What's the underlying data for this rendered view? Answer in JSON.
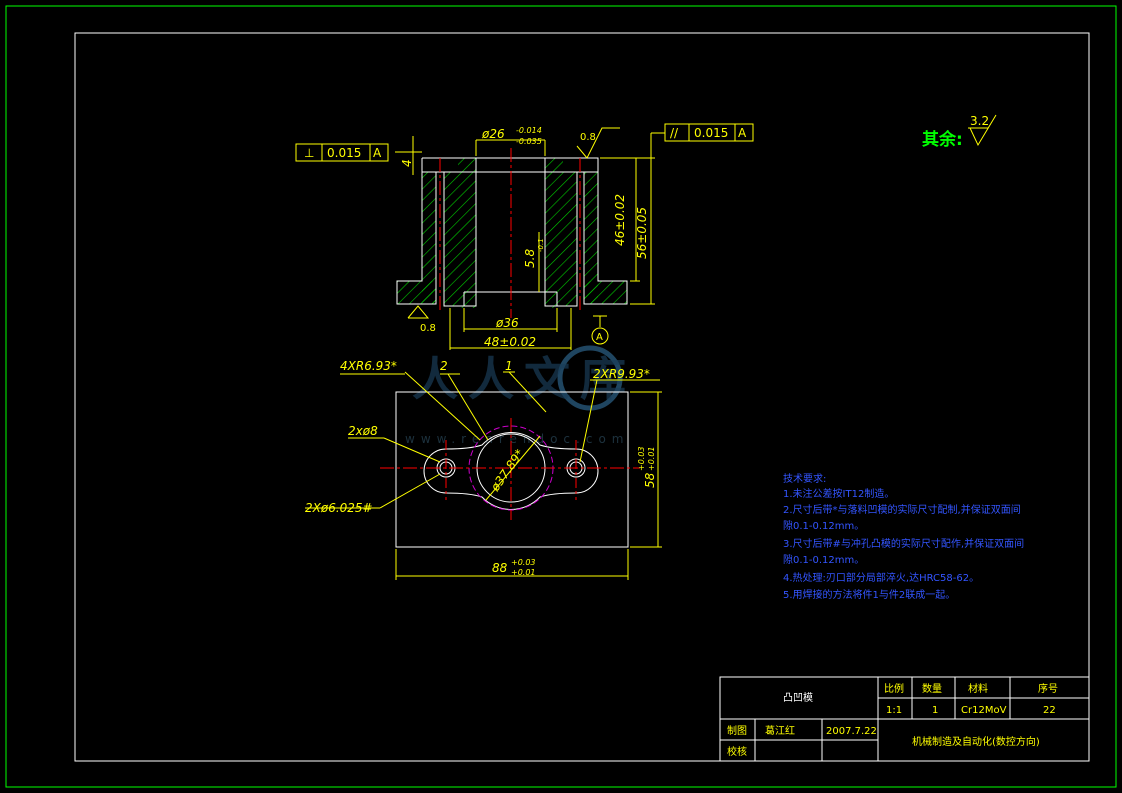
{
  "colors": {
    "background": "#000000",
    "frame": "#00ff00",
    "dimension": "#ffff00",
    "outline": "#ffffff",
    "centerline": "#ff0000",
    "hatch": "#00cc00",
    "notes": "#3355ff",
    "hidden_circle": "#cc00cc"
  },
  "tolerance_frames": {
    "perpendicularity": {
      "symbol": "⊥",
      "value": "0.015",
      "datum": "A"
    },
    "parallelism": {
      "symbol": "//",
      "value": "0.015",
      "datum": "A"
    }
  },
  "other_roughness": {
    "label": "其余:",
    "value": "3.2"
  },
  "section_view": {
    "bore_dim": "ø26",
    "bore_tol_upper": "-0.014",
    "bore_tol_lower": "-0.035",
    "roughness_top": "0.8",
    "roughness_bottom": "0.8",
    "step_dim": "4",
    "depth_dim": "5.8",
    "depth_tol": "-0.1",
    "height_inner": "46±0.02",
    "height_outer": "56±0.05",
    "width_small": "ø36",
    "width_large": "48±0.02",
    "datum_label": "A"
  },
  "plan_view": {
    "radius_a": "4XR6.93*",
    "radius_b": "2XR9.93*",
    "hole_a": "2xø8",
    "hole_b": "2Xø6.025#",
    "center_circle": "ø37.89*",
    "length": "88",
    "length_tol_upper": "+0.03",
    "length_tol_lower": "+0.01",
    "height": "58",
    "height_tol_upper": "+0.03",
    "height_tol_lower": "+0.01",
    "balloon_1": "1",
    "balloon_2": "2"
  },
  "tech_notes": {
    "title": "技术要求:",
    "lines": [
      "1.未注公差按IT12制造。",
      "2.尺寸后带*与落料凹模的实际尺寸配制,并保证双面间",
      "隙0.1-0.12mm。",
      "3.尺寸后带#与冲孔凸模的实际尺寸配作,并保证双面间",
      "隙0.1-0.12mm。",
      "4.热处理:刃口部分局部淬火,达HRC58-62。",
      "5.用焊接的方法将件1与件2联成一起。"
    ]
  },
  "title_block": {
    "part_name": "凸凹模",
    "h_scale": "比例",
    "h_qty": "数量",
    "h_material": "材料",
    "h_no": "序号",
    "scale": "1:1",
    "qty": "1",
    "material": "Cr12MoV",
    "no": "22",
    "drawn_label": "制图",
    "drawn_by": "葛江红",
    "date": "2007.7.22",
    "checked_label": "校核",
    "school": "机械制造及自动化(数控方向)"
  },
  "watermark": {
    "brand": "人人文库",
    "url": "www.renrendoc.com"
  }
}
